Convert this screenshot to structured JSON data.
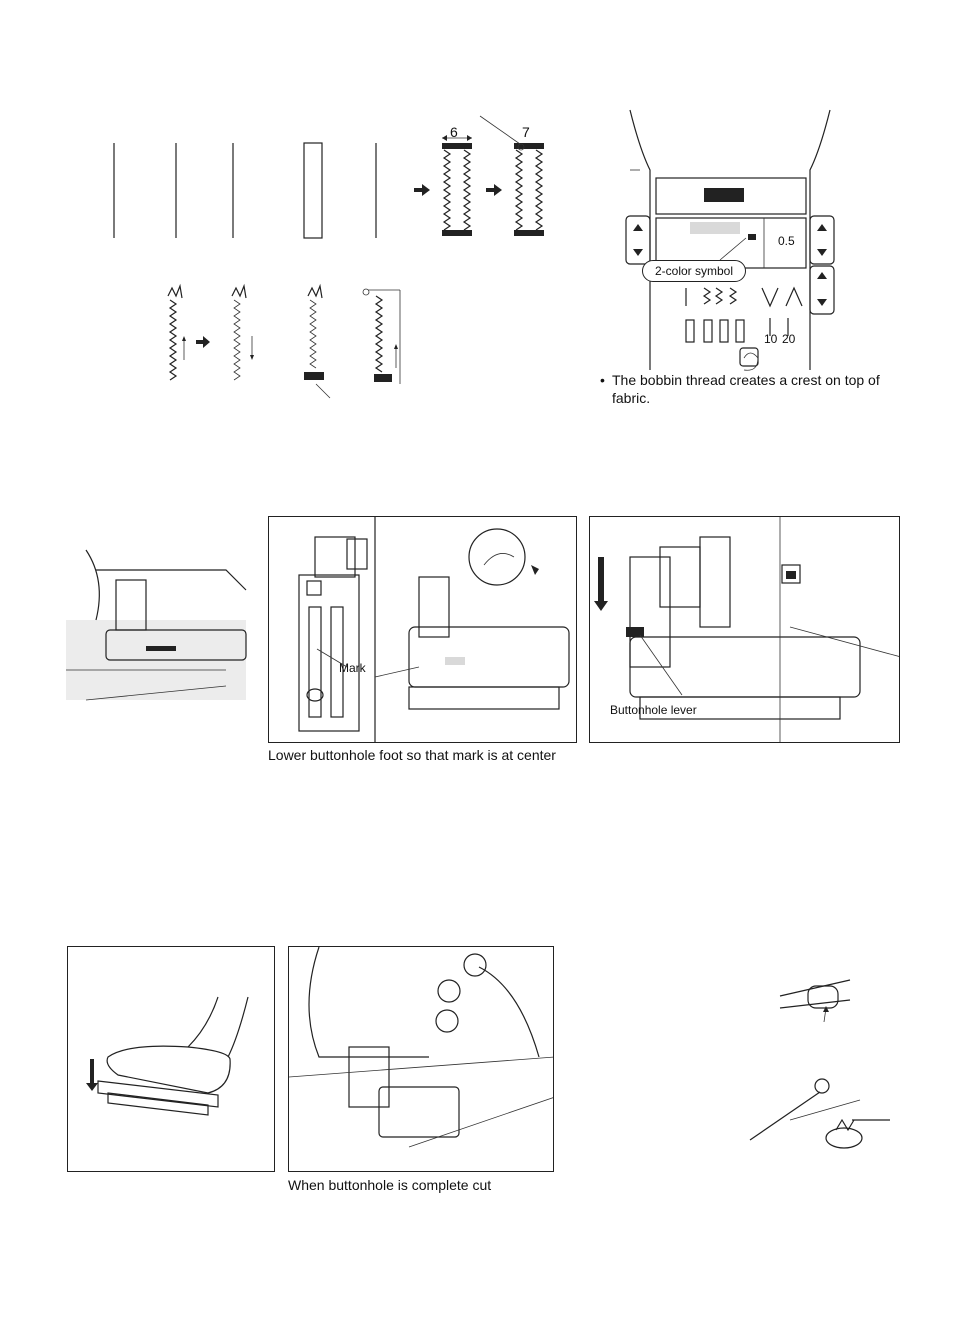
{
  "top_figure": {
    "width_label": "6",
    "number_label": "7"
  },
  "panel_display": {
    "callout": "2-color symbol",
    "readout": "0.5",
    "stitch_numbers": [
      "10",
      "20"
    ]
  },
  "note": {
    "line1": "The bobbin thread creates a crest on top of",
    "line2": "fabric."
  },
  "foot_figure": {
    "mark_label": "Mark",
    "caption": "Lower buttonhole foot so that mark is at center"
  },
  "lever_figure": {
    "lever_label": "Buttonhole lever"
  },
  "cut_figure": {
    "caption": "When buttonhole is complete cut"
  }
}
